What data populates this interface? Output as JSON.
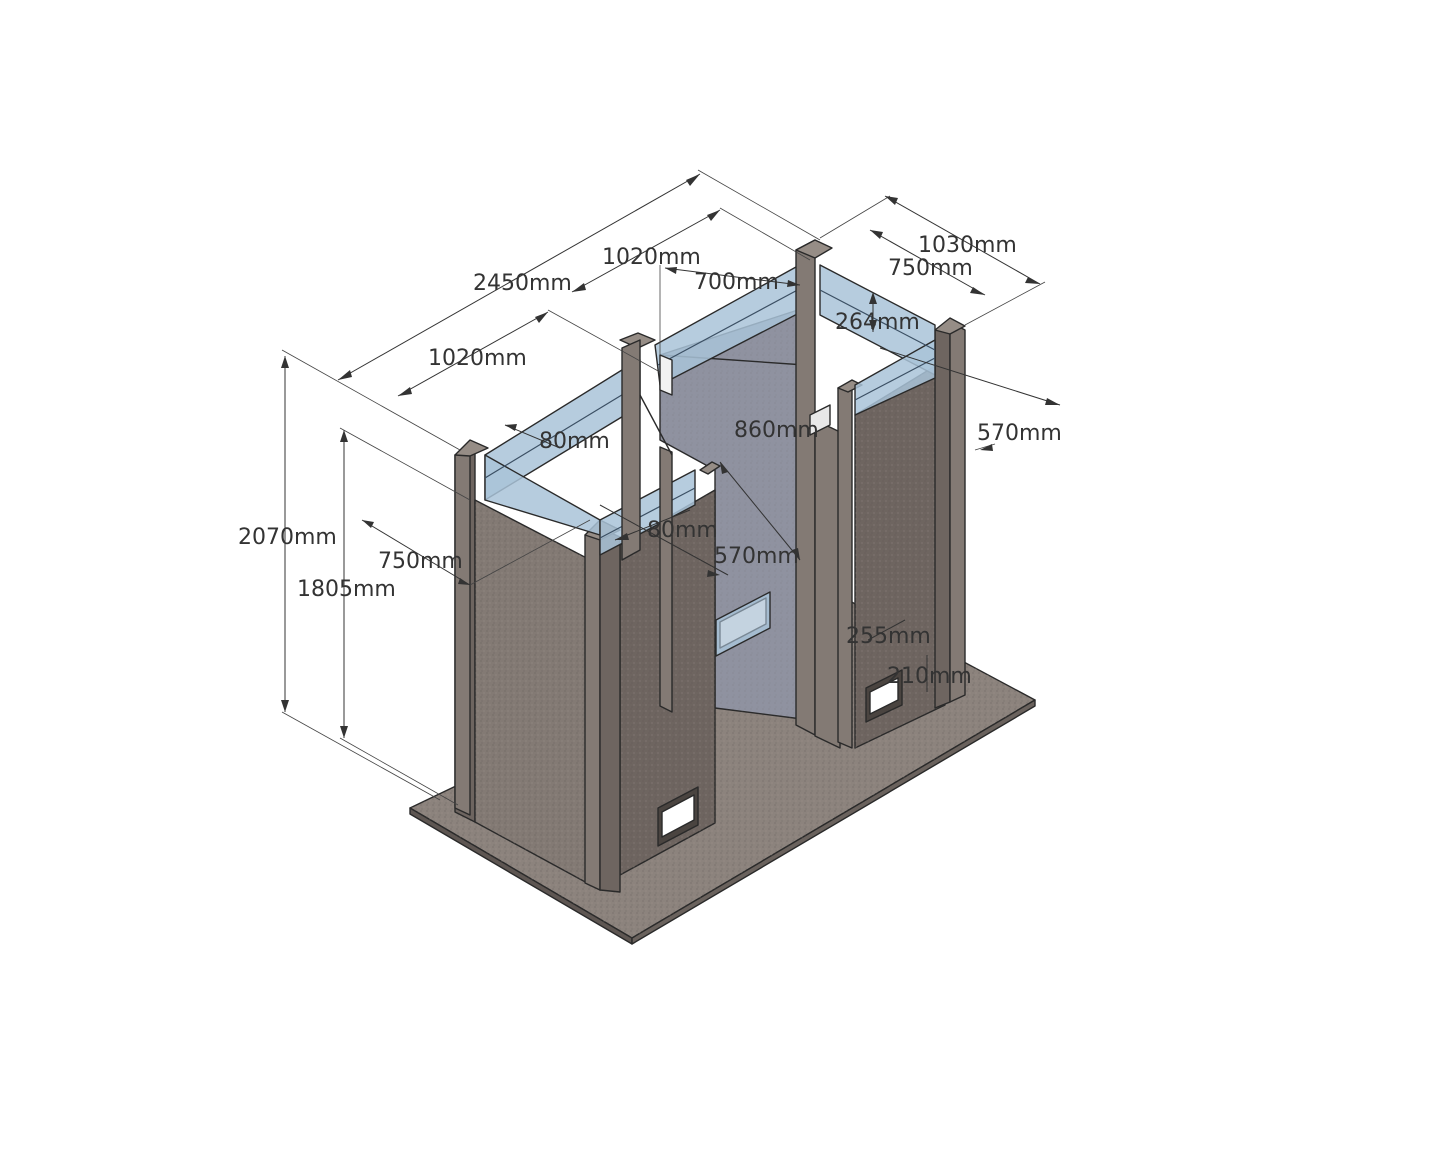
{
  "colors": {
    "concrete_front": "#837a74",
    "concrete_side": "#6e6560",
    "concrete_top": "#968d86",
    "floor": "#8c837d",
    "interior": "#8f92a0",
    "glass": "#a9c3d8",
    "glass_dark": "#7c98b0",
    "line": "#333333"
  },
  "dimensions": {
    "overall_length": "2450mm",
    "overall_depth": "1030mm",
    "overall_height": "2070mm",
    "wall_height": "1805mm",
    "left_room_length": "1020mm",
    "mid_length": "1020mm",
    "door_width": "700mm",
    "right_depth": "750mm",
    "left_depth": "750mm",
    "glass_height": "264mm",
    "wall_thickness_top": "80mm",
    "wall_thickness_front": "80mm",
    "right_wall_depth": "570mm",
    "front_wall_depth": "570mm",
    "opening_width": "860mm",
    "vent_width": "255mm",
    "vent_height": "210mm"
  }
}
